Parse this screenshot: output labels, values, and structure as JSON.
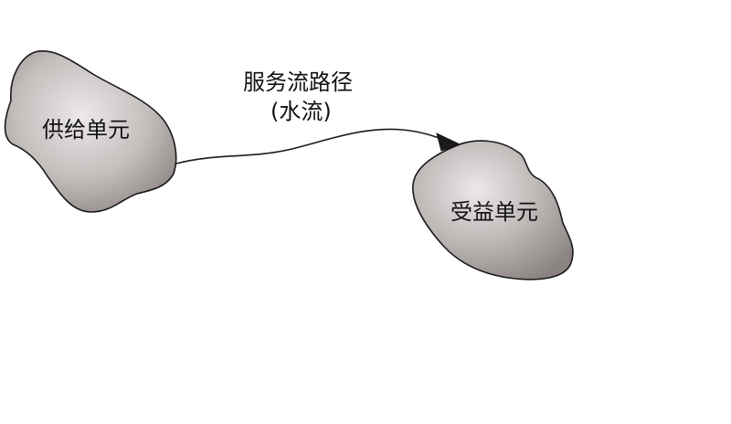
{
  "diagram": {
    "supply_unit": {
      "label": "供给单元"
    },
    "benefit_unit": {
      "label": "受益单元"
    },
    "flow": {
      "title": "服务流路径",
      "subtitle": "(水流)"
    },
    "colors": {
      "blob_fill_light": "#ece9e8",
      "blob_fill_dark": "#8a8382",
      "outline": "#1a1a1a",
      "arrow": "#1a1a1a"
    }
  }
}
